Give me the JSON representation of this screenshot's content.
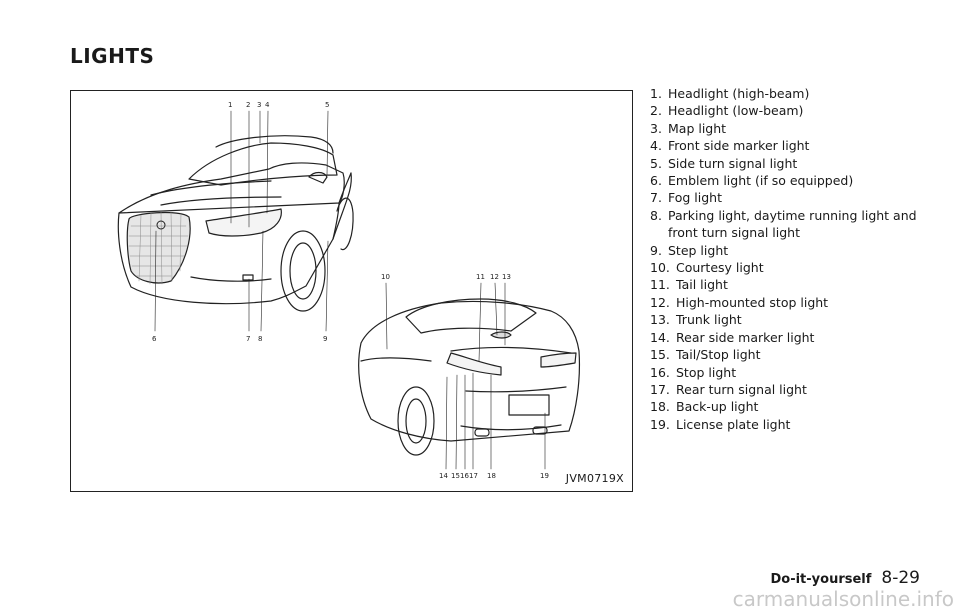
{
  "section_title": "LIGHTS",
  "figure": {
    "code": "JVM0719X",
    "front_callouts": [
      "1",
      "2",
      "3",
      "4",
      "5",
      "6",
      "7",
      "8",
      "9"
    ],
    "rear_callouts": [
      "10",
      "11",
      "12",
      "13",
      "14",
      "15",
      "16",
      "17",
      "18",
      "19"
    ]
  },
  "legend": [
    {
      "num": "1.",
      "text": "Headlight (high-beam)"
    },
    {
      "num": "2.",
      "text": "Headlight (low-beam)"
    },
    {
      "num": "3.",
      "text": "Map light"
    },
    {
      "num": "4.",
      "text": "Front side marker light"
    },
    {
      "num": "5.",
      "text": "Side turn signal light"
    },
    {
      "num": "6.",
      "text": "Emblem light (if so equipped)"
    },
    {
      "num": "7.",
      "text": "Fog light"
    },
    {
      "num": "8.",
      "text": "Parking light, daytime running light and front turn signal light"
    },
    {
      "num": "9.",
      "text": "Step light"
    },
    {
      "num": "10.",
      "text": "Courtesy light"
    },
    {
      "num": "11.",
      "text": "Tail light"
    },
    {
      "num": "12.",
      "text": "High-mounted stop light"
    },
    {
      "num": "13.",
      "text": "Trunk light"
    },
    {
      "num": "14.",
      "text": "Rear side marker light"
    },
    {
      "num": "15.",
      "text": "Tail/Stop light"
    },
    {
      "num": "16.",
      "text": "Stop light"
    },
    {
      "num": "17.",
      "text": "Rear turn signal light"
    },
    {
      "num": "18.",
      "text": "Back-up light"
    },
    {
      "num": "19.",
      "text": "License plate light"
    }
  ],
  "footer": {
    "section": "Do-it-yourself",
    "page": "8-29"
  },
  "watermark": "carmanualsonline.info"
}
